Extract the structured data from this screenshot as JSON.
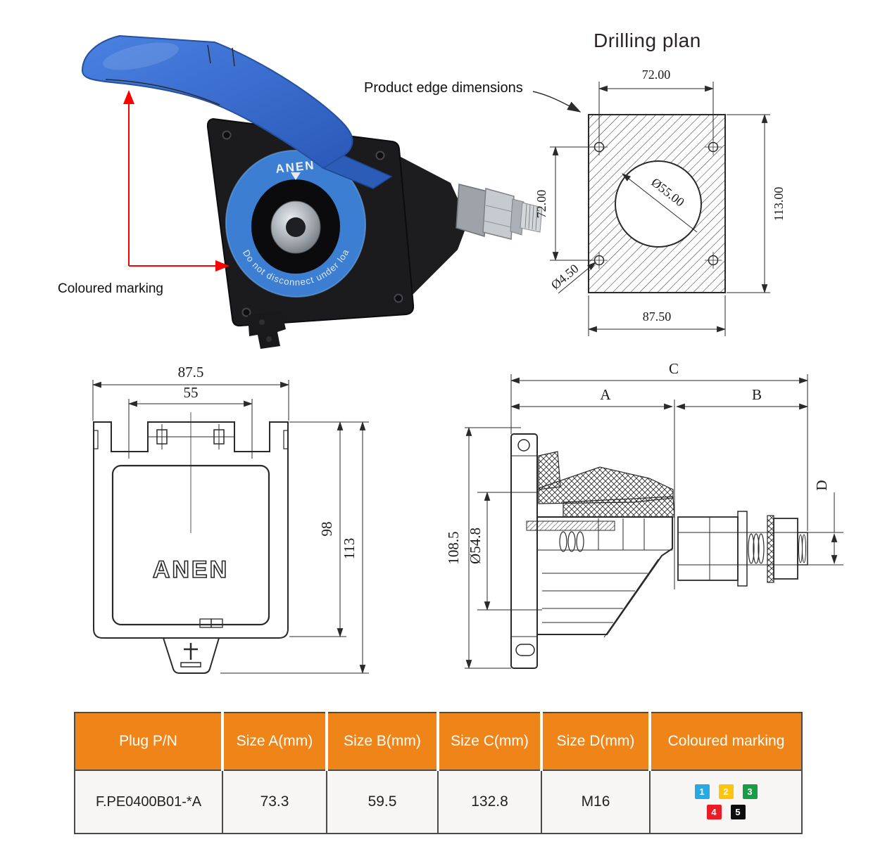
{
  "annotations": {
    "product_edge": "Product edge dimensions",
    "coloured_marking": "Coloured marking"
  },
  "photo": {
    "ring_brand": "ANEN",
    "ring_text": "Do not disconnect under load"
  },
  "drilling_plan": {
    "title": "Drilling plan",
    "dim_top": "72.00",
    "dim_left": "72.00",
    "dim_right": "113.00",
    "dim_bottom": "87.50",
    "hole_dia": "Ø4.50",
    "center_dia": "Ø55.00"
  },
  "front_view": {
    "logo": "ANEN",
    "dim_outer_width": "87.5",
    "dim_inner_width": "55",
    "dim_height_inner": "98",
    "dim_height_total": "113"
  },
  "side_view": {
    "dim_c": "C",
    "dim_a": "A",
    "dim_b": "B",
    "dim_d": "D",
    "dim_height": "108.5",
    "dim_dia": "Ø54.8"
  },
  "table": {
    "headers": [
      "Plug P/N",
      "Size A(mm)",
      "Size B(mm)",
      "Size C(mm)",
      "Size D(mm)",
      "Coloured marking"
    ],
    "row": {
      "pn": "F.PE0400B01-*A",
      "size_a": "73.3",
      "size_b": "59.5",
      "size_c": "132.8",
      "size_d": "M16"
    },
    "markings": [
      {
        "num": "1",
        "color": "#29A9E1"
      },
      {
        "num": "2",
        "color": "#FFC40E"
      },
      {
        "num": "3",
        "color": "#199B48"
      },
      {
        "num": "4",
        "color": "#EC1C24"
      },
      {
        "num": "5",
        "color": "#0D0D0D"
      }
    ]
  },
  "colors": {
    "accent_orange": "#EF8418",
    "arrow_red": "#FE0000",
    "lid_blue": "#2F63C9",
    "ring_blue": "#3C7ED2"
  }
}
